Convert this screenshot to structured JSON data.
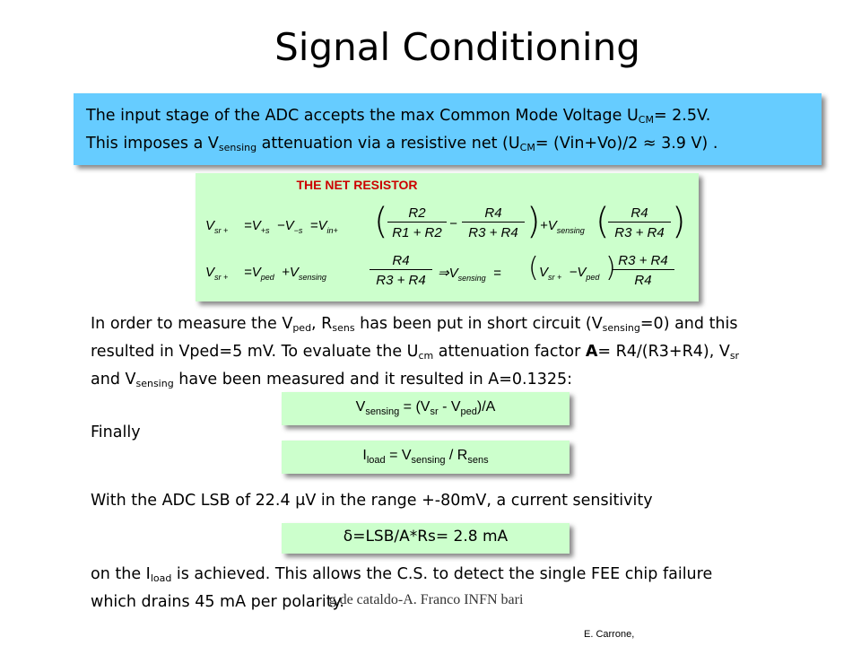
{
  "title": "Signal Conditioning",
  "info": {
    "l1_pre": "The input stage of the ADC  accepts the max Common Mode Voltage U",
    "l1_sub": "CM",
    "l1_post": "= 2.5V.",
    "l2_a": "This imposes a V",
    "l2_sub1": "sensing",
    "l2_b": " attenuation via a resistive net (U",
    "l2_sub2": "CM",
    "l2_c": "= (Vin+Vo)/2 ",
    "l2_approx": "≈",
    "l2_d": " 3.9 V) ."
  },
  "net": {
    "title": "THE NET RESISTOR",
    "V": "V",
    "sr": "sr +",
    "eq1_mid": "=V",
    "plus_s": "+s",
    "minus_V": "−V",
    "minus_s": "−s",
    "vin": "in+",
    "R2": "R2",
    "R1pR2": "R1 + R2",
    "R4": "R4",
    "R3pR4": "R3 + R4",
    "minus": "−",
    "plusV": "+V",
    "sensing": "sensing",
    "ped": "ped",
    "eq_sign": "=",
    "implies": "⇒V",
    "lparen": "(",
    "rparen": ")"
  },
  "para1": {
    "a": "In order to measure the V",
    "sub_ped": "ped",
    "b": ", R",
    "sub_sens": "sens",
    "c": " has been put in short circuit (V",
    "sub_sensing": "sensing",
    "d": "=0) and this",
    "e": "resulted in Vped=5 mV. To evaluate the U",
    "sub_cm": "cm",
    "f": " attenuation factor ",
    "bold_A": "A",
    "g": "= R4/(R3+R4), V",
    "sub_sr": "sr",
    "h": "and V",
    "sub_sensing2": "sensing",
    "i": " have been measured and it resulted in A=0.1325:"
  },
  "box1": {
    "a": "V",
    "sub1": "sensing",
    "b": " = (V",
    "sub2": "sr",
    "c": " - V",
    "sub3": "ped",
    "d": ")/A"
  },
  "finally": "Finally",
  "box2": {
    "a": "I",
    "sub1": "load",
    "b": " = V",
    "sub2": "sensing",
    "c": " / R",
    "sub3": "sens"
  },
  "para2": {
    "a": "With the ADC LSB of 22.4 ",
    "mu": "μ",
    "b": "V in the range +-80mV, a current sensitivity"
  },
  "box3": {
    "delta": "δ",
    "text": "=LSB/A*Rs= 2.8 mA"
  },
  "para3": {
    "a": "on the I",
    "sub": "load",
    "b": " is achieved. This allows the C.S. to detect the single FEE chip failure",
    "c": "which drains 45 mA per polarity."
  },
  "footer": "g.de cataldo-A. Franco INFN bari",
  "author": "E. Carrone,"
}
